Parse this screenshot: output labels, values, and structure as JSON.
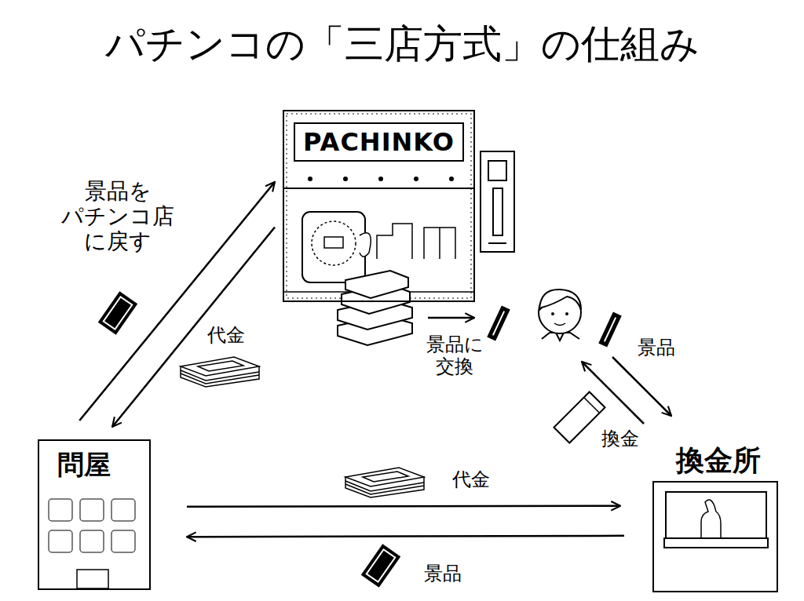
{
  "diagram": {
    "title": "パチンコの「三店方式」の仕組み",
    "nodes": [
      {
        "text": [
          "PACHINKO"
        ]
      },
      {
        "text": [
          "問屋"
        ]
      },
      {
        "text": [
          "換金所"
        ]
      }
    ],
    "edges": [
      {
        "from": 1,
        "to": 0,
        "arrow": "to",
        "label": "景品を パチンコ店 に戻す"
      },
      {
        "from": 0,
        "to": 1,
        "arrow": "to",
        "label": "代金"
      },
      {
        "from": 1,
        "to": 2,
        "arrow": "to",
        "label": "代金"
      },
      {
        "from": 2,
        "to": 1,
        "arrow": "to",
        "label": "景品"
      }
    ],
    "labels": [
      "景品に 交換",
      "景品",
      "換金"
    ]
  }
}
